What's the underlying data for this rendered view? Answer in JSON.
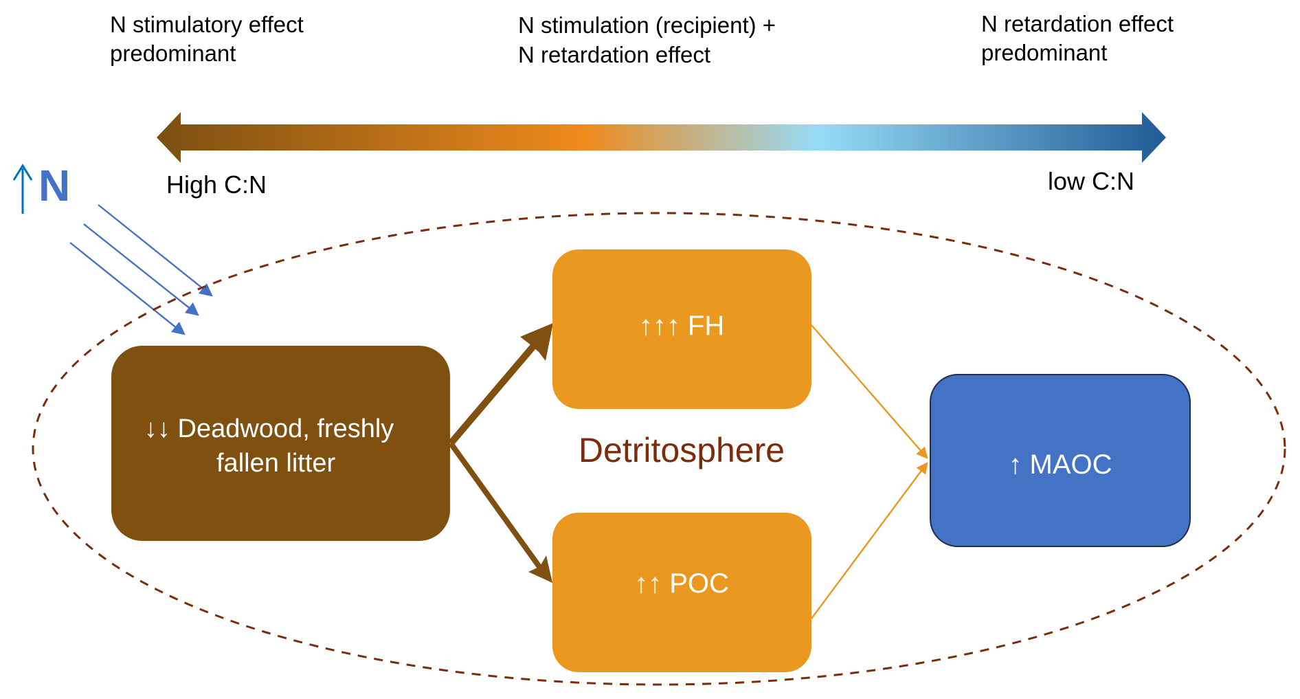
{
  "top_labels": {
    "left": [
      "N stimulatory effect",
      "predominant"
    ],
    "middle": [
      "N stimulation (recipient) +",
      "N retardation effect"
    ],
    "right": [
      "N retardation effect",
      "predominant"
    ]
  },
  "gradient_axis": {
    "left_label": "High C:N",
    "right_label": "low C:N",
    "colors": [
      "#7B4F11",
      "#EE8A1C",
      "#97DBF6",
      "#215C96"
    ]
  },
  "nitrogen_input": {
    "arrow_glyph": "↑",
    "label": "N",
    "color": "#4472C4",
    "arrow_color": "#0070C0"
  },
  "boxes": {
    "deadwood": {
      "lines": [
        "↓↓ Deadwood, freshly",
        "fallen litter"
      ],
      "color": "#7F5010"
    },
    "fh": {
      "text": "↑↑↑ FH",
      "color": "#EA981F"
    },
    "poc": {
      "text": "↑↑ POC",
      "color": "#EA981F"
    },
    "maoc": {
      "text": "↑ MAOC",
      "color": "#4472C4",
      "border": "#1F2E4F"
    }
  },
  "center_label": {
    "text": "Detritosphere",
    "color": "#7B2C0C"
  },
  "ellipse_color": "#7B2C0C",
  "flow_arrow_colors": {
    "brown": "#7F5010",
    "orange": "#EA981F",
    "blue": "#4472C4"
  }
}
